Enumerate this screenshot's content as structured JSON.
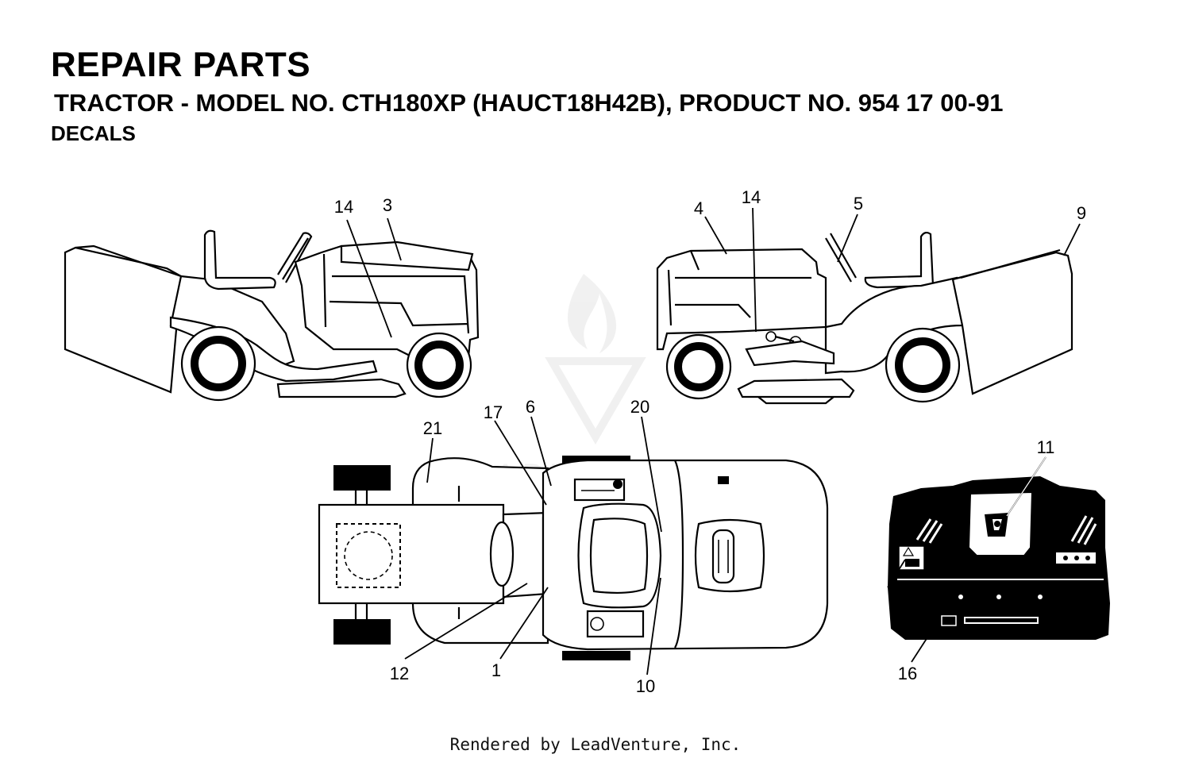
{
  "header": {
    "title": "REPAIR PARTS",
    "subtitle": "TRACTOR - MODEL NO. CTH180XP (HAUCT18H42B), PRODUCT NO. 954 17 00-91",
    "section": "DECALS"
  },
  "callouts": {
    "left_view": [
      "14",
      "3"
    ],
    "right_view": [
      "4",
      "14",
      "5",
      "9"
    ],
    "top_view": [
      "21",
      "17",
      "6",
      "20",
      "12",
      "1",
      "10"
    ],
    "rear_view": [
      "11",
      "16"
    ]
  },
  "watermark": "LEADVENTURE",
  "footer": "Rendered by LeadVenture, Inc."
}
